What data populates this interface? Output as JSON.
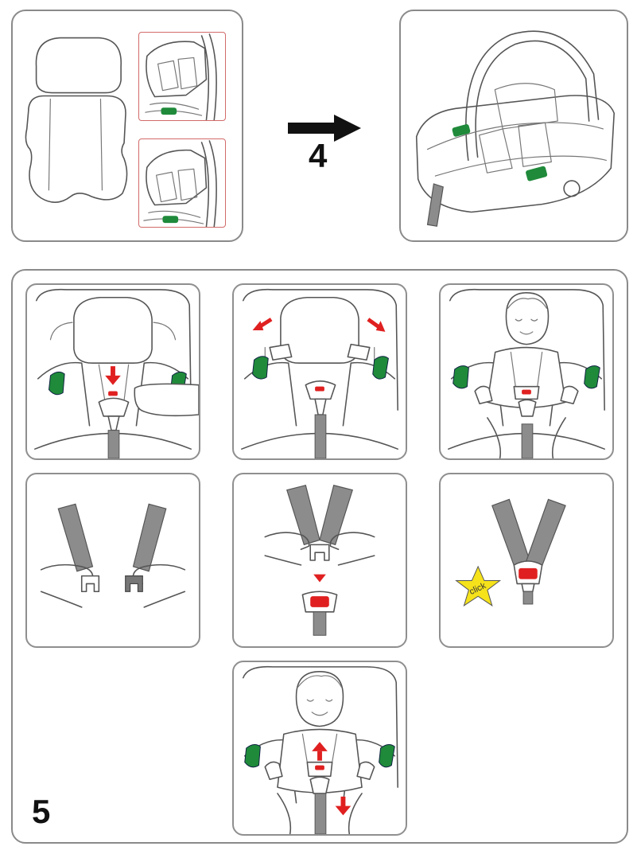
{
  "steps": [
    {
      "number": "4",
      "label": "4"
    },
    {
      "number": "5",
      "label": "5"
    }
  ],
  "badge": {
    "text": "click"
  },
  "colors": {
    "accent_green": "#1f8a3a",
    "accent_red": "#e02020",
    "strap_gray": "#8c8c8c",
    "outline": "#555555",
    "arrow_black": "#111111",
    "star_yellow": "#f5e21b"
  },
  "icons": {
    "step4_arrow": "arrow-right-icon",
    "red_down": "arrow-down-icon",
    "red_up": "arrow-up-icon",
    "red_out": "arrow-diagonal-icon",
    "click_star": "star-icon"
  }
}
